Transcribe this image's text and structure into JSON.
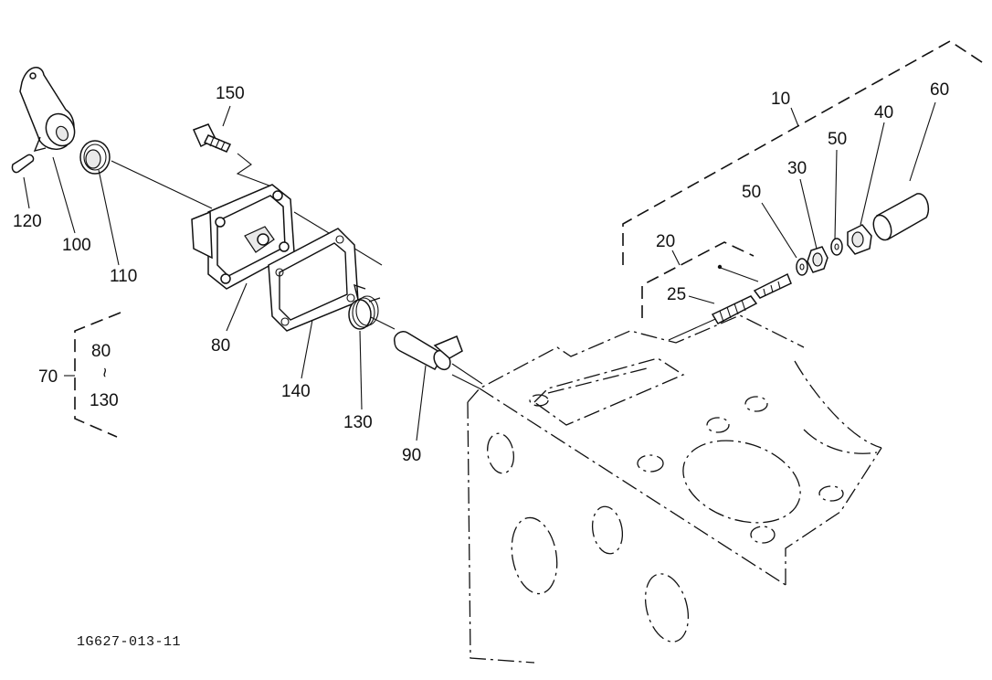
{
  "diagram": {
    "drawing_code": "1G627-013-11",
    "callouts": {
      "c10": "10",
      "c20": "20",
      "c25": "25",
      "c30": "30",
      "c40": "40",
      "c50a": "50",
      "c50b": "50",
      "c60": "60",
      "c70": "70",
      "c80": "80",
      "c90": "90",
      "c100": "100",
      "c110": "110",
      "c120": "120",
      "c130": "130",
      "c140": "140",
      "c150": "150"
    },
    "group70": {
      "from": "80",
      "tilde": "~",
      "to": "130"
    }
  }
}
